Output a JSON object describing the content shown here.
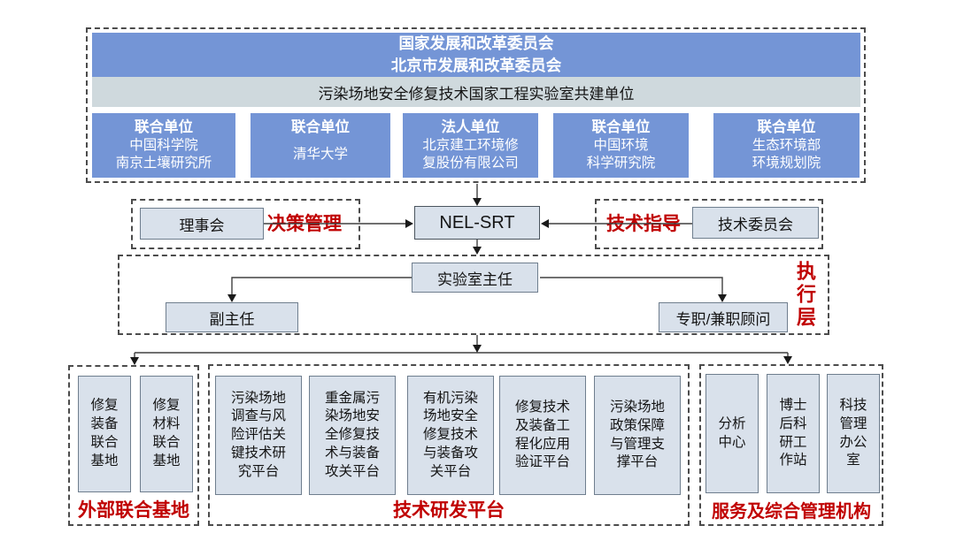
{
  "colors": {
    "blue": "#7495D6",
    "light_bar": "#CFD9DD",
    "box_fill": "#D9E1EB",
    "red": "#C00000"
  },
  "top": {
    "header": {
      "line1": "国家发展和改革委员会",
      "line2": "北京市发展和改革委员会"
    },
    "subheader": "污染场地安全修复技术国家工程实验室共建单位",
    "units": [
      {
        "role": "联合单位",
        "line1": "中国科学院",
        "line2": "南京土壤研究所"
      },
      {
        "role": "联合单位",
        "line1": "清华大学",
        "line2": ""
      },
      {
        "role": "法人单位",
        "line1": "北京建工环境修",
        "line2": "复股份有限公司"
      },
      {
        "role": "联合单位",
        "line1": "中国环境",
        "line2": "科学研究院"
      },
      {
        "role": "联合单位",
        "line1": "生态环境部",
        "line2": "环境规划院"
      }
    ]
  },
  "governance": {
    "council": "理事会",
    "decision_label": "决策管理",
    "center": "NEL-SRT",
    "guidance_label": "技术指导",
    "committee": "技术委员会"
  },
  "executive": {
    "director": "实验室主任",
    "deputy_director": "副主任",
    "advisors": "专职/兼职顾问",
    "layer_label": "执行层"
  },
  "bottom": {
    "external_bases": {
      "label": "外部联合基地",
      "items": [
        "修复装备联合基地",
        "修复材料联合基地"
      ]
    },
    "rd_platforms": {
      "label": "技术研发平台",
      "items": [
        "污染场地调查与风险评估关键技术研究平台",
        "重金属污染场地安全修复技术与装备攻关平台",
        "有机污染场地安全修复技术与装备攻关平台",
        "修复技术及装备工程化应用验证平台",
        "污染场地政策保障与管理支撑平台"
      ]
    },
    "services": {
      "label": "服务及综合管理机构",
      "items": [
        "分析中心",
        "博士后科研工作站",
        "科技管理办公室"
      ]
    }
  }
}
